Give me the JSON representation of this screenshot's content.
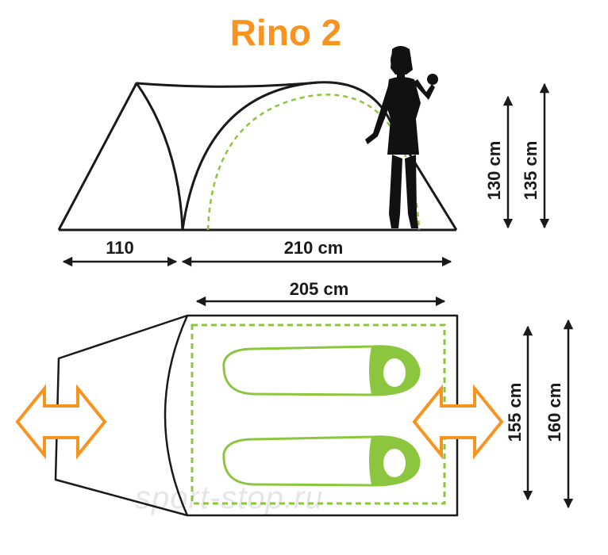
{
  "title": "Rino 2",
  "labels": {
    "vestibule_length": "110",
    "inner_length": "210 cm",
    "floor_length": "205 cm",
    "height_inner": "130 cm",
    "height_outer": "135 cm",
    "width_inner": "155 cm",
    "width_outer": "160 cm"
  },
  "watermark": "sport-stop.ru",
  "colors": {
    "title": "#f7931e",
    "arrow_orange": "#f7931e",
    "green": "#8cc63f",
    "outline": "#1a1a1a"
  },
  "icons": {
    "person": "person-silhouette-icon",
    "sleeping_bag": "sleeping-bag-icon",
    "entrance_arrow": "double-arrow-icon"
  }
}
